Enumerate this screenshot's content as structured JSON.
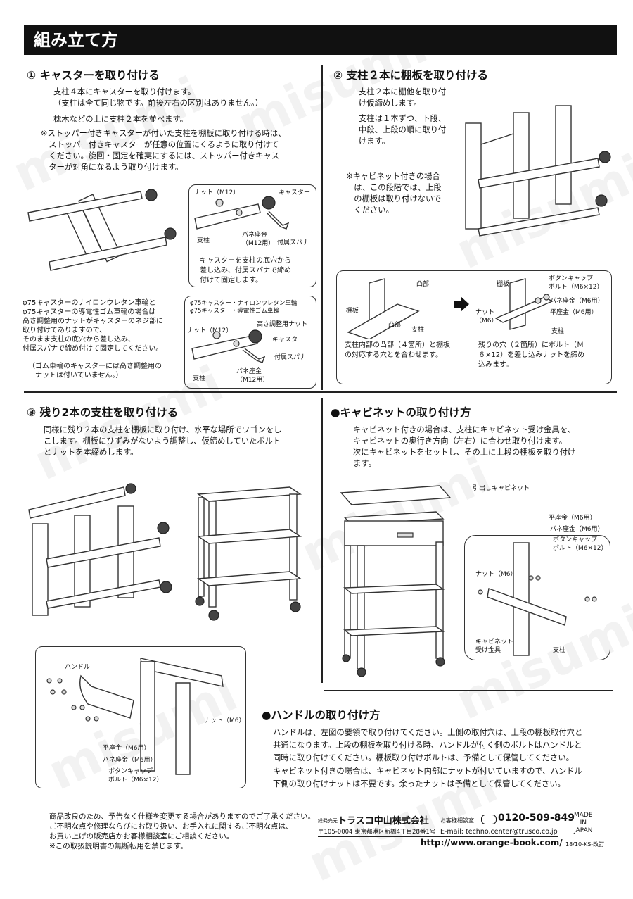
{
  "header": {
    "title": "組み立て方"
  },
  "watermark": "misumi",
  "s1": {
    "title": "① キャスターを取り付ける",
    "p1": "支柱４本にキャスターを取り付けます。\n（支柱は全て同じ物です。前後左右の区別はありません。）",
    "p2": "枕木などの上に支柱２本を並べます。",
    "p3": "※ストッパー付きキャスターが付いた支柱を棚板に取り付ける時は、\n　ストッパー付きキャスターが任意の位置にくるように取り付けて\n　ください。旋回・固定を確実にするには、ストッパー付きキャス\n　ターが対角になるよう取り付けます。",
    "c1": {
      "nut": "ナット（M12）",
      "caster": "キャスター",
      "pillar": "支柱",
      "washer": "バネ座金\n（M12用）",
      "spanner": "付属スパナ",
      "note": "キャスターを支柱の底穴から\n差し込み、付属スパナで締め\n付けて固定します。"
    },
    "p4": "φ75キャスターのナイロンウレタン車輪と\nφ75キャスターの導電性ゴム車輪の場合は\n高さ調整用のナットがキャスターのネジ部に\n取り付けてありますので、\nそのまま支柱の底穴から差し込み、\n付属スパナで締め付けて固定してください。",
    "p5": "（ゴム車輪のキャスターには高さ調整用の\n　ナットは付いていません。）",
    "c2": {
      "head": "φ75キャスター・ナイロンウレタン車輪\nφ75キャスター・導電性ゴム車輪",
      "nut": "ナット（M12）",
      "adj": "高さ調整用ナット",
      "caster": "キャスター",
      "spanner": "付属スパナ",
      "pillar": "支柱",
      "washer": "バネ座金\n（M12用）"
    }
  },
  "s2": {
    "title": "② 支柱２本に棚板を取り付ける",
    "p1": "支柱２本に棚他を取り付\nけ仮締めします。",
    "p2": "支柱は１本ずつ、下段、\n中段、上段の順に取り付\nけます。",
    "p3": "※キャビネット付きの場合\n　は、この段階では、上段\n　の棚板は取り付けないで\n　ください。",
    "box": {
      "convex": "凸部",
      "shelf1": "棚板",
      "convex2": "凸部",
      "pillar1": "支柱",
      "shelf2": "棚板",
      "bolt": "ボタンキャップ\nボルト（M6×12）",
      "washer": "バネ座金（M6用）",
      "flat": "平座金（M6用）",
      "nut": "ナット\n（M6）",
      "pillar2": "支柱",
      "note1": "支柱内部の凸部（４箇所）と棚板\nの対応する穴とを合わせます。",
      "note2": "残りの穴（２箇所）にボルト（Ｍ\n６×12）を差し込みナットを締め\n込みます。"
    }
  },
  "s3": {
    "title": "③ 残り2本の支柱を取り付ける",
    "p1": "同様に残り２本の支柱を棚板に取り付け、水平な場所でワゴンをし\nこします。棚板にひずみがないよう調整し、仮締めしていたボルト\nとナットを本締めします。",
    "box": {
      "handle": "ハンドル",
      "nut": "ナット（M6）",
      "flat": "平座金（M6用）",
      "washer": "バネ座金（M6用）",
      "bolt": "ボタンキャップ\nボルト（M6×12）"
    }
  },
  "cab": {
    "title": "●キャビネットの取り付け方",
    "p1": "キャビネット付きの場合は、支柱にキャビネット受け金具を、\nキャビネットの奥行き方向（左右）に合わせ取り付けます。\n次にキャビネットをセットし、その上に上段の棚板を取り付け\nます。",
    "drawer": "引出しキャビネット",
    "flat": "平座金（M6用）",
    "washer": "バネ座金（M6用）",
    "bolt": "ボタンキャップ\nボルト（M6×12）",
    "nut": "ナット（M6）",
    "bracket": "キャビネット\n受け金具",
    "pillar": "支柱"
  },
  "handle": {
    "title": "●ハンドルの取り付け方",
    "p1": "ハンドルは、左図の要領で取り付けてください。上側の取付穴は、上段の棚板取付穴と\n共通になります。上段の棚板を取り付ける時、ハンドルが付く側のボルトはハンドルと\n同時に取り付けてください。棚板取り付けボルトは、予備として保管してください。\nキャビネット付きの場合は、キャビネット内部にナットが付いていますので、ハンドル\n下側の取り付けナットは不要です。余ったナットは予備として保管してください。"
  },
  "footer": {
    "notes": "商品改良のため、予告なく仕様を変更する場合がありますのでご了承ください。\nご不明な点や修理ならびにお取り扱い、お手入れに関するご不明な点は、\nお買い上げの販売店かお客様相談室にご相談ください。\n※この取扱説明書の無断転用を禁じます。",
    "seller_label": "総発売元",
    "company": "トラスコ中山株式会社",
    "address": "〒105-0004 東京都港区新橋4丁目28番1号",
    "support_label": "お客様相談室",
    "phone": "0120-509-849",
    "email": "E-mail: techno.center@trusco.co.jp",
    "url": "http://www.orange-book.com/",
    "made": "MADE\nIN\nJAPAN",
    "rev": "18/10-KS-改訂"
  }
}
